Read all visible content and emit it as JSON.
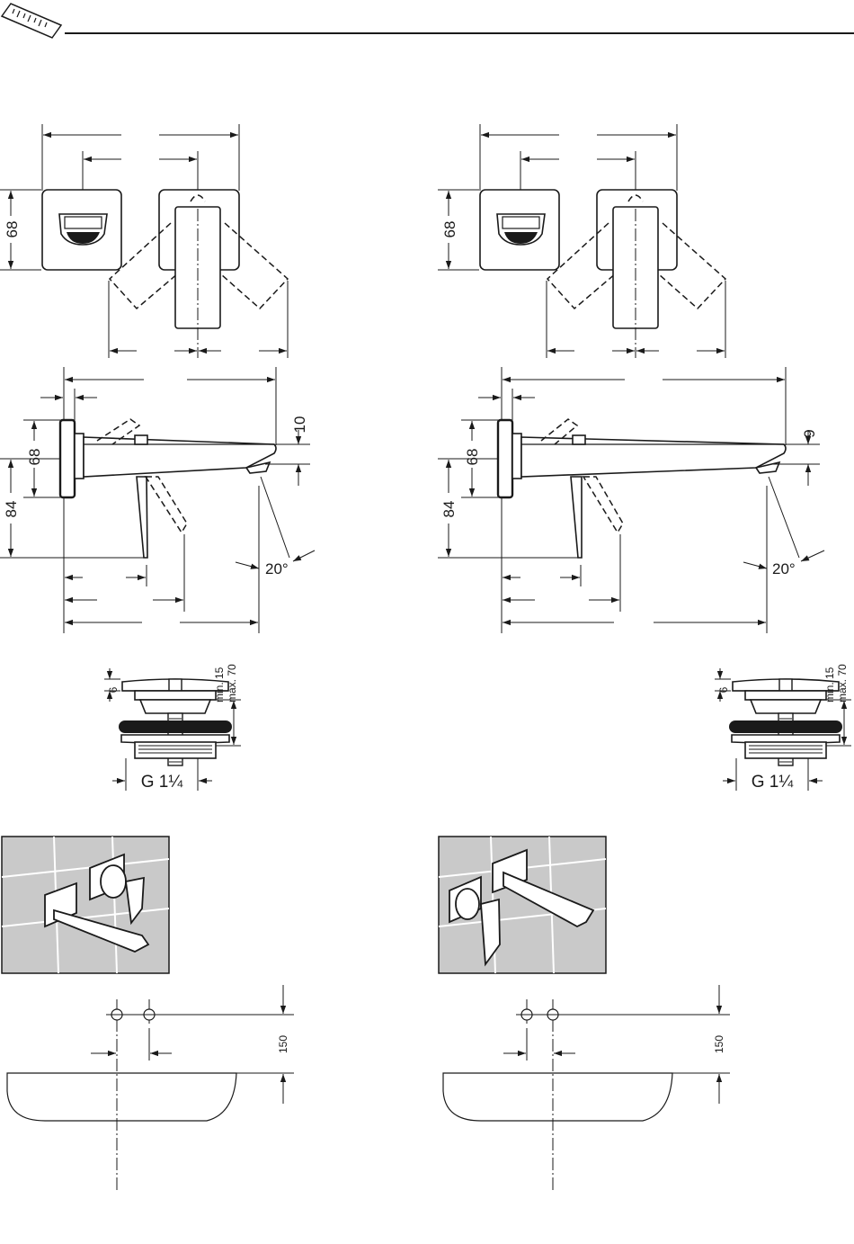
{
  "header": {
    "icon": "ruler-icon"
  },
  "dimensions": {
    "height_68": "68",
    "height_84": "84",
    "left_spout_offset": "10",
    "right_spout_offset": "9",
    "angle": "20°",
    "waste_6": "6",
    "waste_range_min": "min. 15",
    "waste_range_max": "max. 70",
    "thread": "G 1¼",
    "basin_150": "150"
  },
  "colors": {
    "line": "#1a1a1a",
    "tile": "#c9c9c9",
    "background": "#ffffff"
  }
}
